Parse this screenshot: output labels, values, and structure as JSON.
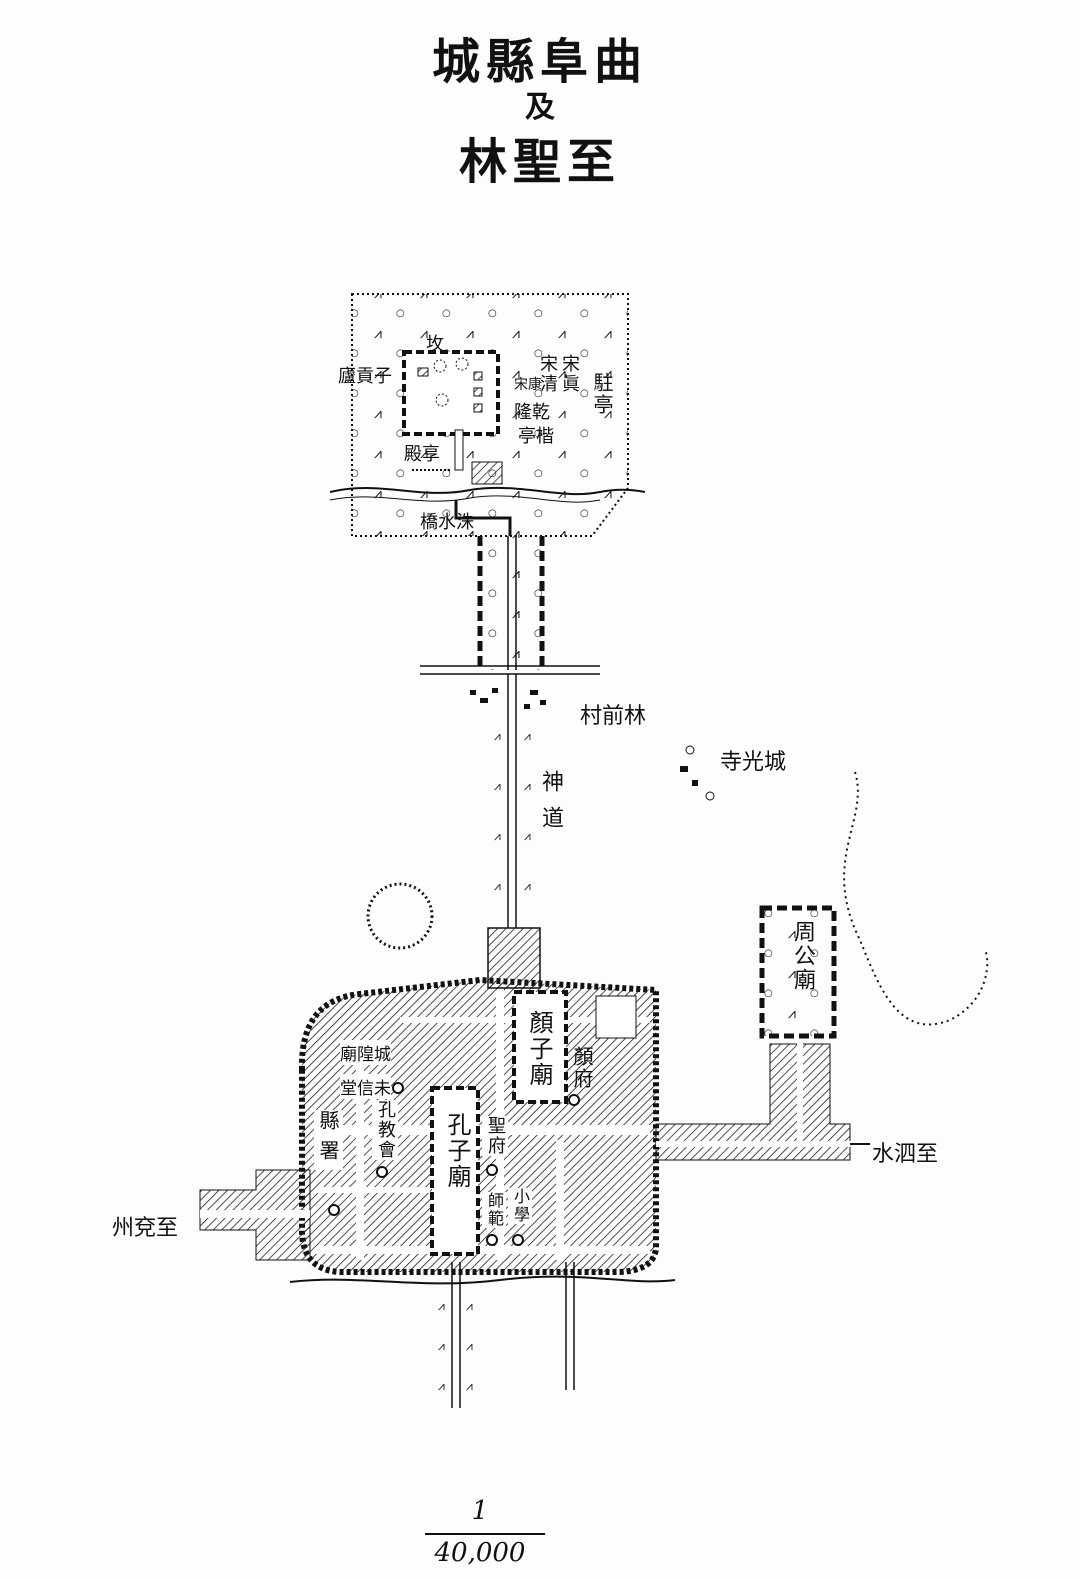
{
  "title": {
    "line1": "城縣阜曲",
    "line2": "及",
    "line3": "林聖至"
  },
  "labels": {
    "kong_lin_gate_stele": "坆",
    "zigong_lu": "廬貢子",
    "song_zhenzong": "宋眞",
    "song_qing": "宋清",
    "qing_kangxi": "宋康",
    "qing_qianlong": "隆乾",
    "zhu_ting": "駐亭",
    "kai_ting": "亭楷",
    "xiang_dian": "殿享",
    "zhushui_bridge": "橋水洙",
    "lin_qian_cun": "村前林",
    "cheng_guang_si": "寺光城",
    "shen_dao": "神道",
    "zhou_gong_miao": "周公廟",
    "yan_zi_miao": "顏子廟",
    "yan_fu": "顏府",
    "cheng_huang_miao": "廟隍城",
    "wei_xin_tang": "堂信未",
    "kong_jiao_hui": "孔教會",
    "xian_shu": "縣署",
    "kong_zi_miao": "孔子廟",
    "sheng_fu": "聖府",
    "shi_fan": "師範",
    "xiao_xue": "小學",
    "to_sishui": "水泗至",
    "to_yanzhou": "州兗至"
  },
  "scale": {
    "numerator": "1",
    "denominator": "40,000"
  }
}
